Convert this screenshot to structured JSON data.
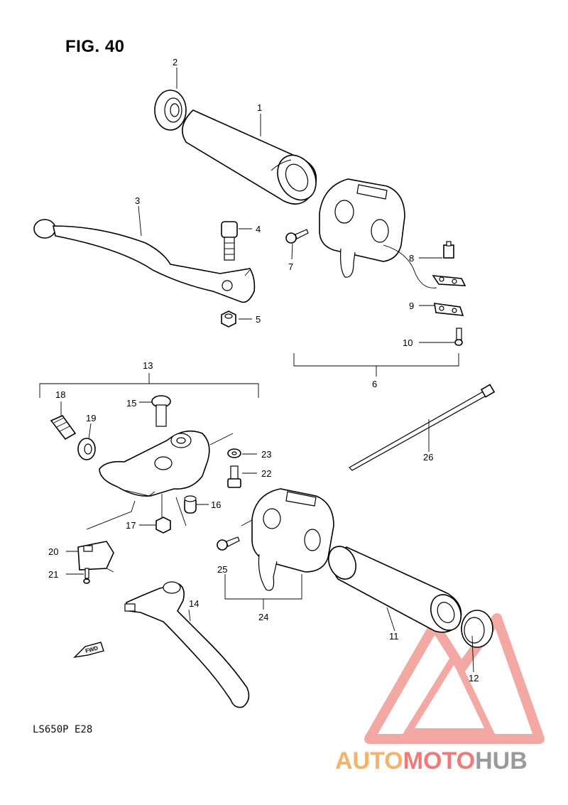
{
  "figure": {
    "title": "FIG. 40",
    "model_code": "LS650P E28"
  },
  "direction_tag": "FWD",
  "parts": [
    {
      "no": "1"
    },
    {
      "no": "2"
    },
    {
      "no": "3"
    },
    {
      "no": "4"
    },
    {
      "no": "5"
    },
    {
      "no": "6"
    },
    {
      "no": "7"
    },
    {
      "no": "8"
    },
    {
      "no": "9"
    },
    {
      "no": "10"
    },
    {
      "no": "11"
    },
    {
      "no": "12"
    },
    {
      "no": "13"
    },
    {
      "no": "14"
    },
    {
      "no": "15"
    },
    {
      "no": "16"
    },
    {
      "no": "17"
    },
    {
      "no": "18"
    },
    {
      "no": "19"
    },
    {
      "no": "20"
    },
    {
      "no": "21"
    },
    {
      "no": "22"
    },
    {
      "no": "23"
    },
    {
      "no": "24"
    },
    {
      "no": "25"
    },
    {
      "no": "26"
    }
  ],
  "watermark": {
    "part1": "AUTO",
    "part2": "MOTO",
    "part3": "HUB",
    "color1": "#f5b26b",
    "color2": "#f07a78",
    "color3": "#9a9a9a"
  }
}
